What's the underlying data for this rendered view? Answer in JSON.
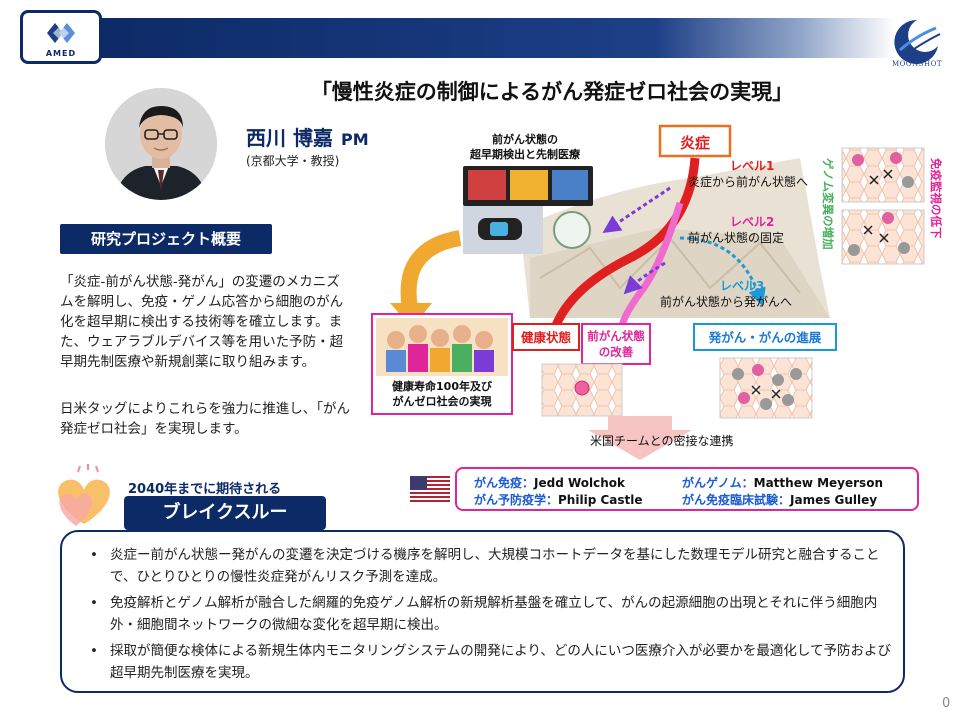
{
  "header": {
    "amed_logo_text": "AMED",
    "moonshot_logo_text": "MOONSHOT",
    "title": "「慢性炎症の制御によるがん発症ゼロ社会の実現」"
  },
  "pm": {
    "name": "西川 博嘉",
    "suffix": "PM",
    "affiliation": "(京都大学・教授)"
  },
  "overview": {
    "tag": "研究プロジェクト概要",
    "paragraph1": "「炎症-前がん状態-発がん」の変遷のメカニズムを解明し、免疫・ゲノム応答から細胞のがん化を超早期に検出する技術等を確立します。また、ウェアラブルデバイス等を用いた予防・超早期先制医療や新規創薬に取り組みます。",
    "paragraph2": "日米タッグによりこれらを強力に推進し、「がん発症ゼロ社会」を実現します。"
  },
  "breakthrough": {
    "year_label": "2040年までに期待される",
    "tag": "ブレイクスルー",
    "bullets": [
      "炎症ー前がん状態ー発がんの変遷を決定づける機序を解明し、大規模コホートデータを基にした数理モデル研究と融合することで、ひとりひとりの慢性炎症発がんリスク予測を達成。",
      "免疫解析とゲノム解析が融合した網羅的免疫ゲノム解析の新規解析基盤を確立して、がんの起源細胞の出現とそれに伴う細胞内外・細胞間ネットワークの微細な変化を超早期に検出。",
      "採取が簡便な検体による新規生体内モニタリングシステムの開発により、どの人にいつ医療介入が必要かを最適化して予防および超早期先制医療を実現。"
    ]
  },
  "diagram": {
    "early_detection": "前がん状態の\n超早期検出と先制医療",
    "inflammation": "炎症",
    "level1_title": "レベル1",
    "level1_desc": "炎症から前がん状態へ",
    "level2_title": "レベル2",
    "level2_desc": "前がん状態の固定",
    "level3_title": "レベル3",
    "level3_desc": "前がん状態から発がんへ",
    "healthy": "健康状態",
    "precancer_improve": "前がん状態\nの改善",
    "progression": "発がん・がんの進展",
    "society": "健康寿命100年及び\nがんゼロ社会の実現",
    "genome_increase": "ゲノム変異の増加",
    "immune_decrease": "免疫監視の低下"
  },
  "us_team": {
    "collab_label": "米国チームとの密接な連携",
    "members": [
      {
        "role": "がん免疫：",
        "name": "Jedd Wolchok"
      },
      {
        "role": "がんゲノム：",
        "name": "Matthew Meyerson"
      },
      {
        "role": "がん予防疫学：",
        "name": "Philip Castle"
      },
      {
        "role": "がん免疫臨床試験：",
        "name": "James Gulley"
      }
    ]
  },
  "page_number": "0",
  "colors": {
    "navy": "#0c2a66",
    "red": "#e02020",
    "magenta": "#e0259a",
    "blue": "#1a5bd6",
    "purple": "#7a3bd6",
    "orange": "#f0a830"
  }
}
